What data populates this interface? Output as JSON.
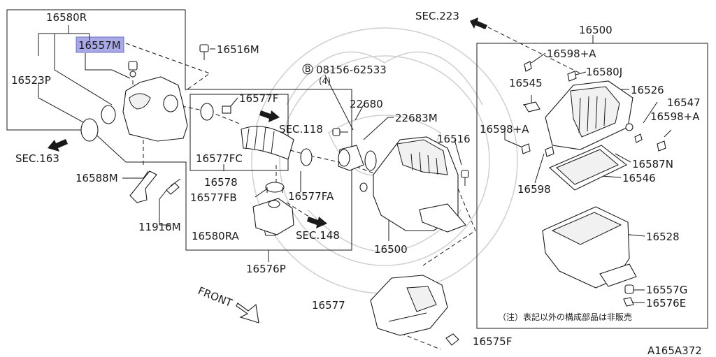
{
  "labels": {
    "p16580R": "16580R",
    "p16557M": "16557M",
    "p16516M": "16516M",
    "p16523P": "16523P",
    "sec163": "SEC.163",
    "p16588M": "16588M",
    "p11916M": "11916M",
    "p16577F": "16577F",
    "sec118": "SEC.118",
    "p16577FC": "16577FC",
    "p16578": "16578",
    "p16577FB": "16577FB",
    "p16577FA": "16577FA",
    "p16580RA": "16580RA",
    "sec148": "SEC.148",
    "p16576P": "16576P",
    "bolt_circle": "B",
    "bolt_code": "08156-62533",
    "bolt_qty": "(4)",
    "p22680": "22680",
    "p22683M": "22683M",
    "p16516": "16516",
    "p16500_main": "16500",
    "sec223": "SEC.223",
    "p16500_box": "16500",
    "p16598A_top": "16598+A",
    "p16580J": "16580J",
    "p16545": "16545",
    "p16526": "16526",
    "p16547": "16547",
    "p16598A_left": "16598+A",
    "p16598A_right": "16598+A",
    "p16587N": "16587N",
    "p16598": "16598",
    "p16546": "16546",
    "p16528": "16528",
    "p16557G": "16557G",
    "p16576E": "16576E",
    "note": "（注）表記以外の構成部品は非販売",
    "p16577": "16577",
    "p16575F": "16575F",
    "front": "FRONT",
    "drawing_id": "A165A372"
  },
  "highlight_part": "16557M",
  "colors": {
    "highlight_fill": "#a9a9e6",
    "line": "#1a1a1a",
    "watermark": "#cfcfcf"
  }
}
